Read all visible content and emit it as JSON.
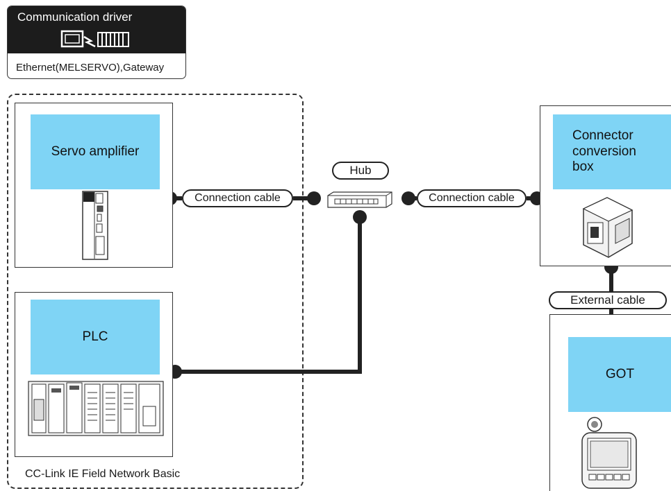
{
  "driver": {
    "title": "Communication driver",
    "name": "Ethernet(MELSERVO),Gateway"
  },
  "network": {
    "label": "CC-Link IE Field Network Basic"
  },
  "devices": {
    "servo": "Servo amplifier",
    "plc": "PLC",
    "converter_line1": "Connector",
    "converter_line2": "conversion",
    "converter_line3": "box",
    "got": "GOT"
  },
  "hub": {
    "label": "Hub"
  },
  "cables": {
    "servo_to_hub": "Connection cable",
    "hub_to_converter": "Connection cable",
    "external": "External cable"
  },
  "colors": {
    "label_fill": "#7fd4f5",
    "driver_header": "#1c1c1c",
    "line": "#222222"
  },
  "icons": [
    "pc-icon",
    "lightning-icon",
    "plc-module-icon",
    "servo-amplifier-image",
    "plc-rack-image",
    "hub-image",
    "connector-box-image",
    "got-handheld-image"
  ]
}
